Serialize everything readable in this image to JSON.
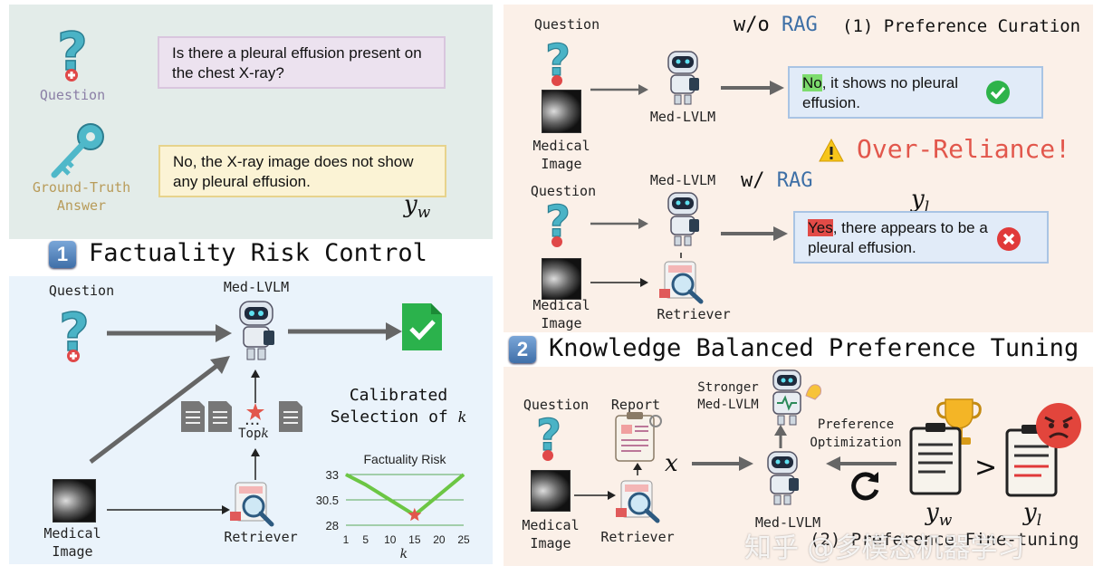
{
  "top_left": {
    "question_label": "Question",
    "question_text": "Is there a pleural effusion present on the chest X-ray?",
    "gt_label_1": "Ground-Truth",
    "gt_label_2": "Answer",
    "gt_text": "No, the X-ray image does not show any pleural effusion.",
    "yw_symbol": "y",
    "yw_sub": "w"
  },
  "section1": {
    "number": "1",
    "title": "Factuality Risk Control",
    "question_label": "Question",
    "model_label": "Med-LVLM",
    "medical_image_label_1": "Medical",
    "medical_image_label_2": "Image",
    "retriever_label": "Retriever",
    "topk_label": "Top",
    "topk_var": "k",
    "calibrated_1": "Calibrated",
    "calibrated_2": "Selection of",
    "calibrated_var": "k",
    "chart_title": "Factuality Risk",
    "chart_xlabel": "k"
  },
  "chart_data": {
    "type": "line",
    "title": "Factuality Risk",
    "xlabel": "k",
    "ylabel": "",
    "xticks": [
      "1",
      "5",
      "10",
      "15",
      "20",
      "25"
    ],
    "yticks": [
      "28",
      "30.5",
      "33"
    ],
    "x": [
      1,
      5,
      10,
      15,
      20,
      25
    ],
    "values": [
      33,
      32,
      30.5,
      29,
      31,
      33
    ],
    "highlight": {
      "x": 15,
      "y": 29
    },
    "ylim": [
      28,
      33
    ],
    "xlim": [
      1,
      25
    ],
    "grid": true,
    "line_color": "#6cc644",
    "grid_color": "#5aa85a"
  },
  "top_right": {
    "question_label": "Question",
    "wo_prefix": "w/o",
    "rag_label": "RAG",
    "curation_title": "(1) Preference Curation",
    "model_label": "Med-LVLM",
    "medical_image_label_1": "Medical",
    "medical_image_label_2": "Image",
    "answer1_highlight": "No",
    "answer1_rest": ", it shows no pleural effusion.",
    "over_reliance": "Over-Reliance!",
    "question_label_2": "Question",
    "model_label_2": "Med-LVLM",
    "w_prefix": "w/",
    "rag_label_2": "RAG",
    "yl_symbol": "y",
    "yl_sub": "l",
    "answer2_highlight": "Yes",
    "answer2_rest": ", there appears to be a pleural effusion.",
    "medical_image_label_3": "Medical",
    "medical_image_label_4": "Image",
    "retriever_label": "Retriever"
  },
  "section2": {
    "number": "2",
    "title": "Knowledge Balanced Preference Tuning",
    "question_label": "Question",
    "report_label": "Report",
    "stronger_1": "Stronger",
    "stronger_2": "Med-LVLM",
    "pref_opt_1": "Preference",
    "pref_opt_2": "Optimization",
    "x_symbol": "x",
    "model_label": "Med-LVLM",
    "medical_image_label_1": "Medical",
    "medical_image_label_2": "Image",
    "retriever_label": "Retriever",
    "gt_symbol": ">",
    "yw_symbol": "y",
    "yw_sub": "w",
    "yl_symbol": "y",
    "yl_sub": "l",
    "caption": "(2) Preference Fine-tuning"
  },
  "watermark": "知乎 @多模态机器学习",
  "colors": {
    "top_left_bg": "#e3ece9",
    "section1_bg": "#eaf3fb",
    "top_right_bg": "#fbf0e8",
    "section2_bg": "#fbf0e8",
    "question_box": "#ece2ef",
    "answer_box": "#fbf3d5",
    "answer_blue_box": "#e1ebf8",
    "rag_blue": "#3d6fa6",
    "over_reliance_red": "#e2574c",
    "no_highlight": "#7ddc6e",
    "yes_highlight": "#e24b47",
    "check_green": "#2eb34a"
  }
}
